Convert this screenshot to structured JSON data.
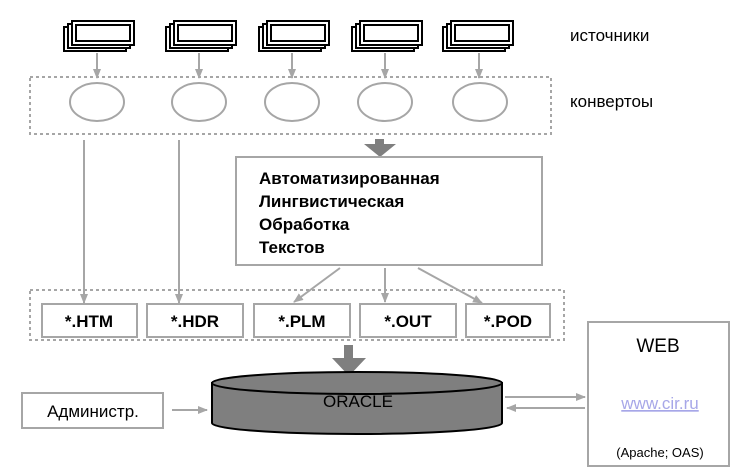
{
  "labels": {
    "sources": "источники",
    "converters": "конвертоы"
  },
  "alot": {
    "line1": "Автоматизированная",
    "line2": "Лингвистическая",
    "line3": "Обработка",
    "line4": "Текстов"
  },
  "formats": [
    "*.HTM",
    "*.HDR",
    "*.PLM",
    "*.OUT",
    "*.POD"
  ],
  "database": {
    "label": "ORACLE"
  },
  "admin": {
    "label": "Администр."
  },
  "web": {
    "title": "WEB",
    "link": "www.cir.ru",
    "server": "(Apache; OAS)"
  },
  "colors": {
    "line": "#a6a6a6",
    "big_arrow": "#7f7f7f",
    "db_fill": "#7f7f7f",
    "link": "#a7a7e8"
  }
}
